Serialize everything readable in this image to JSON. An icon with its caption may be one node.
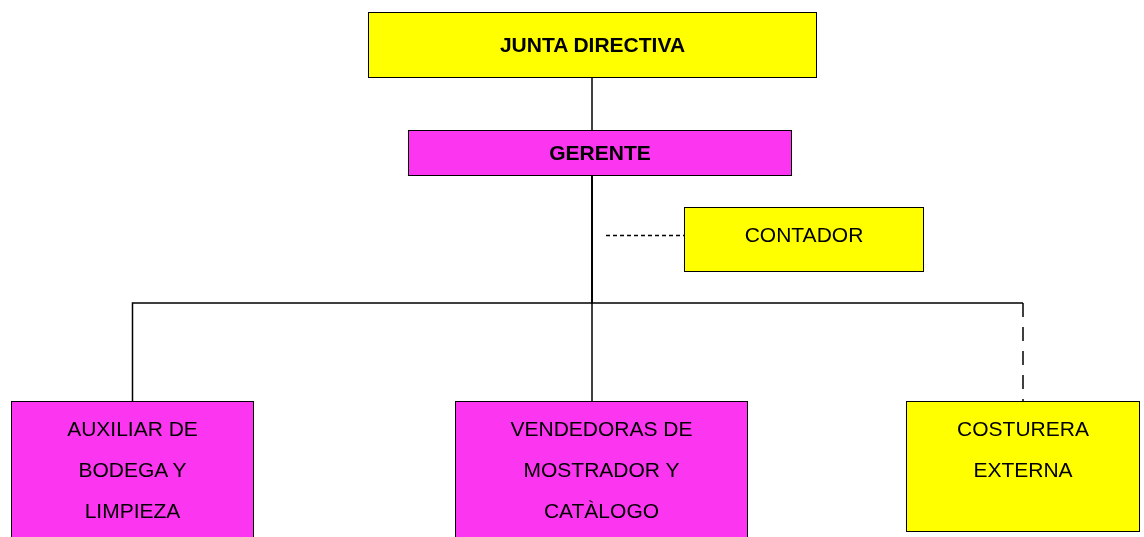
{
  "diagram": {
    "nodes": [
      {
        "text": [
          "JUNTA DIRECTIVA"
        ]
      },
      {
        "text": [
          "GERENTE"
        ]
      },
      {
        "text": [
          "CONTADOR"
        ]
      },
      {
        "text": [
          "AUXILIAR DE BODEGA Y LIMPIEZA"
        ]
      },
      {
        "text": [
          "VENDEDORAS DE MOSTRADOR Y CATÀLOGO"
        ]
      },
      {
        "text": [
          "COSTURERA EXTERNA"
        ]
      }
    ],
    "edges": [
      {
        "from": 0,
        "to": 1,
        "arrow": "none"
      },
      {
        "from": 1,
        "to": 2,
        "arrow": "none",
        "style": "dashed"
      },
      {
        "from": 1,
        "to": 3,
        "arrow": "none"
      },
      {
        "from": 1,
        "to": 4,
        "arrow": "none"
      },
      {
        "from": 1,
        "to": 5,
        "arrow": "none",
        "style": "dashed"
      }
    ]
  }
}
